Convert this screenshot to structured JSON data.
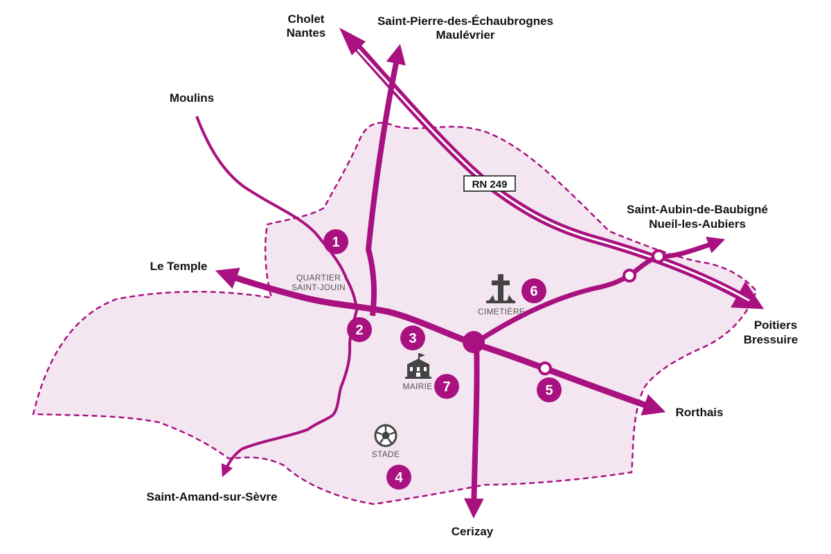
{
  "colors": {
    "accent": "#a8117f",
    "area_fill": "#f3e6f1",
    "label": "#111111",
    "sublabel": "#555555"
  },
  "road_badge": "RN 249",
  "destinations": {
    "cholet": [
      "Cholet",
      "Nantes"
    ],
    "saint_pierre": [
      "Saint-Pierre-des-Échaubrognes",
      "Maulévrier"
    ],
    "moulins": "Moulins",
    "le_temple": "Le Temple",
    "saint_aubin": [
      "Saint-Aubin-de-Baubigné",
      "Nueil-les-Aubiers"
    ],
    "poitiers": [
      "Poitiers",
      "Bressuire"
    ],
    "rorthais": "Rorthais",
    "saint_amand": "Saint-Amand-sur-Sèvre",
    "cerizay": "Cerizay"
  },
  "places": {
    "quartier": [
      "QUARTIER",
      "SAINT-JOUIN"
    ],
    "cimetiere": "CIMETIÈRE",
    "mairie": "MAIRIE",
    "stade": "STADE"
  },
  "icons": {
    "cemetery": "cross-icon",
    "town_hall": "town-hall-icon",
    "stadium": "football-icon"
  },
  "markers": [
    "1",
    "2",
    "3",
    "4",
    "5",
    "6",
    "7"
  ]
}
